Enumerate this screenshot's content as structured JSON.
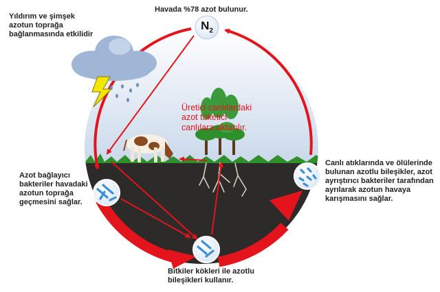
{
  "labels": {
    "top": "Havada %78 azot bulunur.",
    "lightning": "Yıldırım ve şimşek\nazotun toprağa\nbağlanmasında etkilidir",
    "transfer": "Üretici canlılardaki\nazot tüketici\ncanlılara aktarılır.",
    "decomposers": "Canlı atıklarında ve ölülerinde\nbulunan azotlu bileşikler, azot\nayrıştırıcı bakteriler tarafından\nayrılarak azotun havaya\nkarışmasını sağlar.",
    "fixing": "Azot bağlayıcı\nbakteriler havadaki\nazotun toprağa\ngeçmesini sağlar.",
    "roots": "Bitkiler kökleri ile azotlu\nbileşikleri kullanır."
  },
  "n2_symbol": {
    "base": "N",
    "sub": "2"
  },
  "colors": {
    "cycle_arrow": "#e3141b",
    "soil": "#2d2a2a",
    "grass": "#2f8f2a",
    "sky_top": "#ffffff",
    "sky_bottom": "#c9d8ea"
  },
  "icons": [
    "cloud-icon",
    "lightning-icon",
    "n2-molecule-icon",
    "cow-icon",
    "tree-icon",
    "bacteria-icon",
    "root-icon"
  ]
}
